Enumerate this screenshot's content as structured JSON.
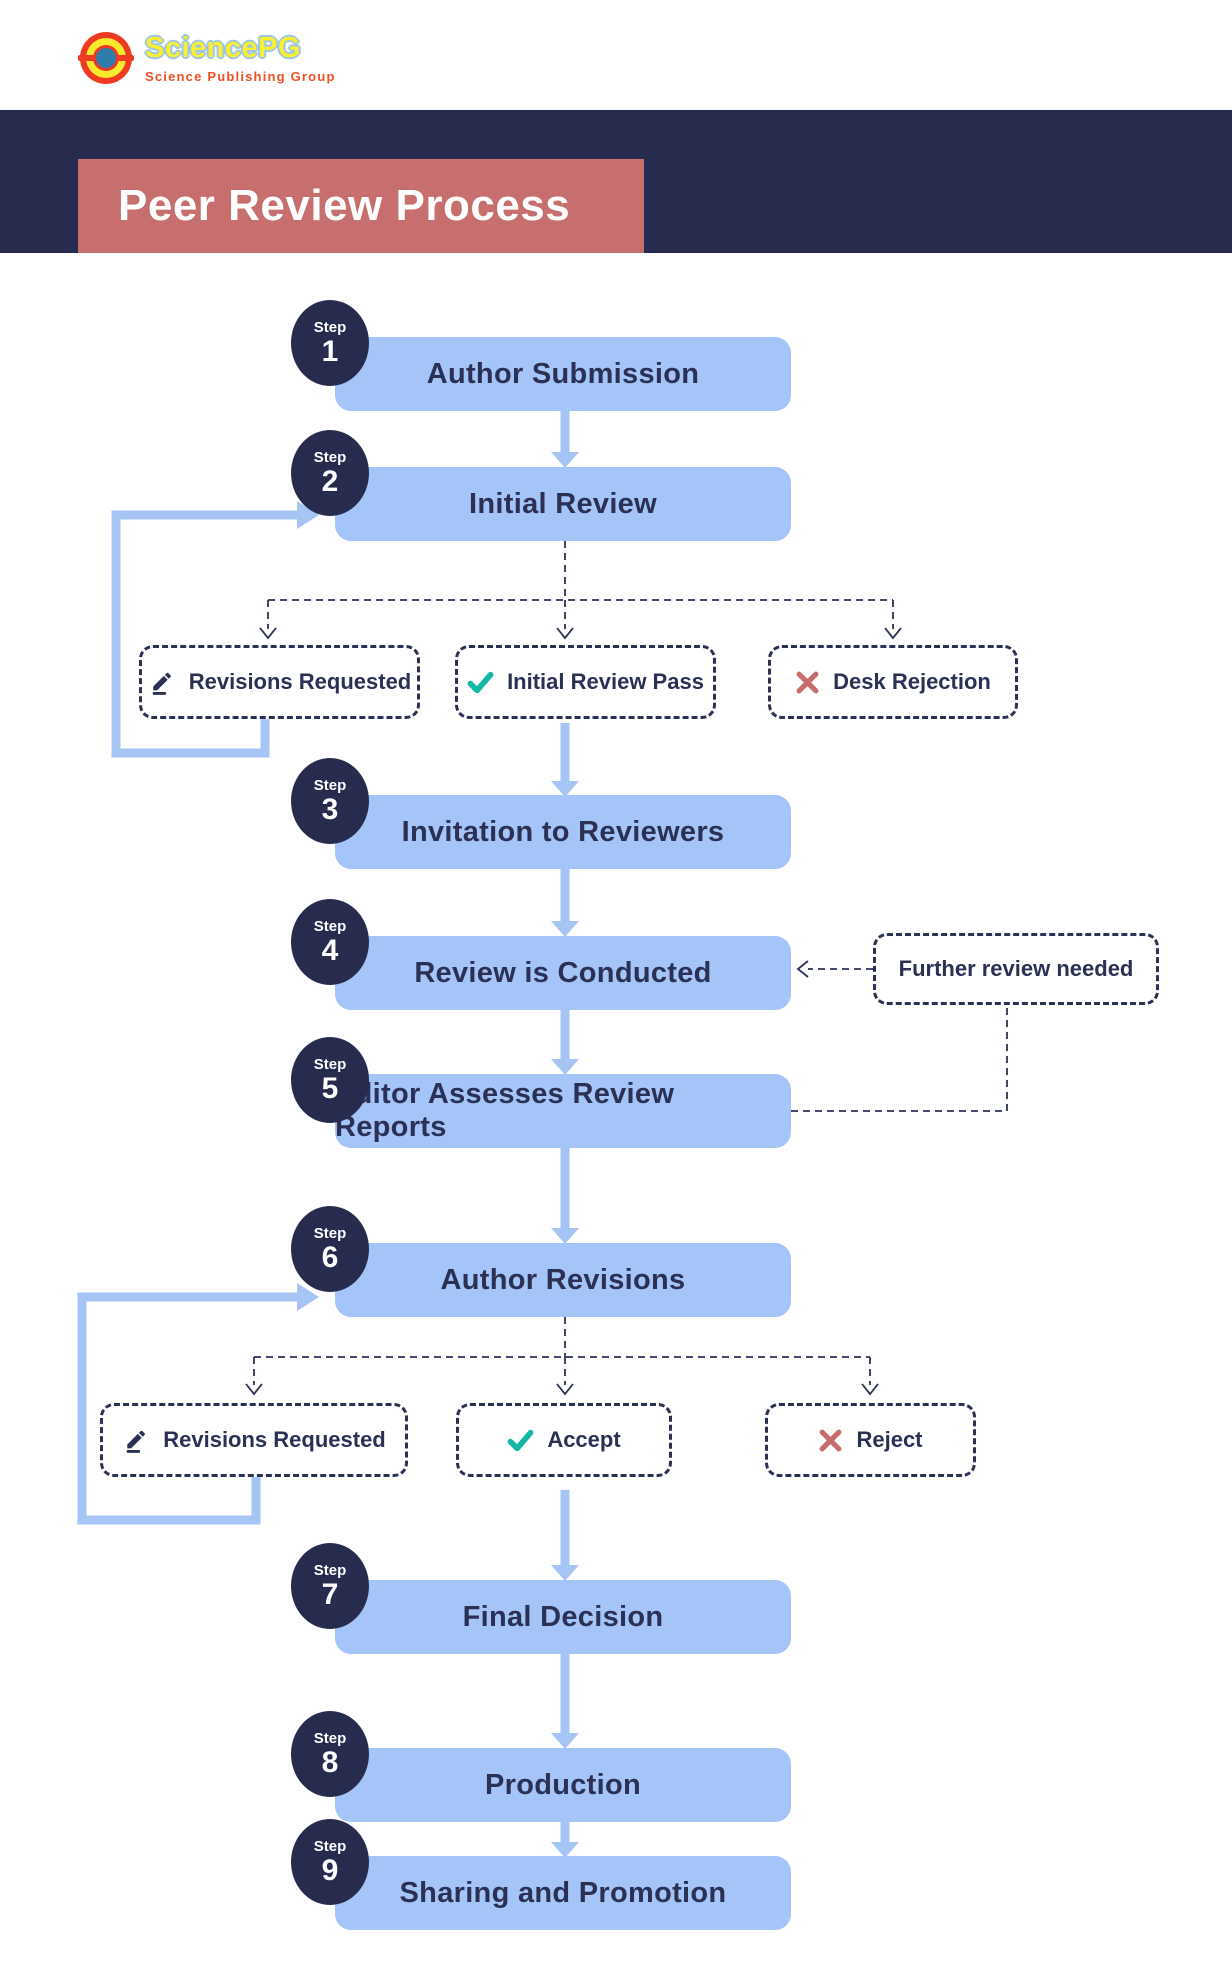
{
  "logo": {
    "brand": "SciencePG",
    "tagline": "Science Publishing Group",
    "mark_icon": "concentric-circles-logo-icon"
  },
  "header": {
    "title": "Peer Review Process"
  },
  "labels": {
    "step_prefix": "Step"
  },
  "steps": [
    {
      "number": "1",
      "title": "Author Submission"
    },
    {
      "number": "2",
      "title": "Initial Review"
    },
    {
      "number": "3",
      "title": "Invitation to Reviewers"
    },
    {
      "number": "4",
      "title": "Review is Conducted"
    },
    {
      "number": "5",
      "title": "Editor Assesses Review Reports"
    },
    {
      "number": "6",
      "title": "Author Revisions"
    },
    {
      "number": "7",
      "title": "Final Decision"
    },
    {
      "number": "8",
      "title": "Production"
    },
    {
      "number": "9",
      "title": "Sharing and Promotion"
    }
  ],
  "branches": {
    "after_initial_review": [
      {
        "icon": "pencil-icon",
        "label": "Revisions Requested"
      },
      {
        "icon": "check-icon",
        "label": "Initial Review Pass"
      },
      {
        "icon": "x-icon",
        "label": "Desk Rejection"
      }
    ],
    "after_author_revisions": [
      {
        "icon": "pencil-icon",
        "label": "Revisions Requested"
      },
      {
        "icon": "check-icon",
        "label": "Accept"
      },
      {
        "icon": "x-icon",
        "label": "Reject"
      }
    ]
  },
  "annotations": {
    "further_review": "Further review needed"
  },
  "colors": {
    "navy": "#272c4e",
    "text_navy": "#2b3155",
    "box_blue": "#a5c4f7",
    "arrow_blue": "#a6c5f4",
    "salmon": "#c66f6e",
    "reject_red": "#c76d6d",
    "accept_teal": "#14b8a6",
    "logo_red": "#ee3a20",
    "logo_yellow": "#f7e92c",
    "logo_blue": "#2e7cab"
  }
}
